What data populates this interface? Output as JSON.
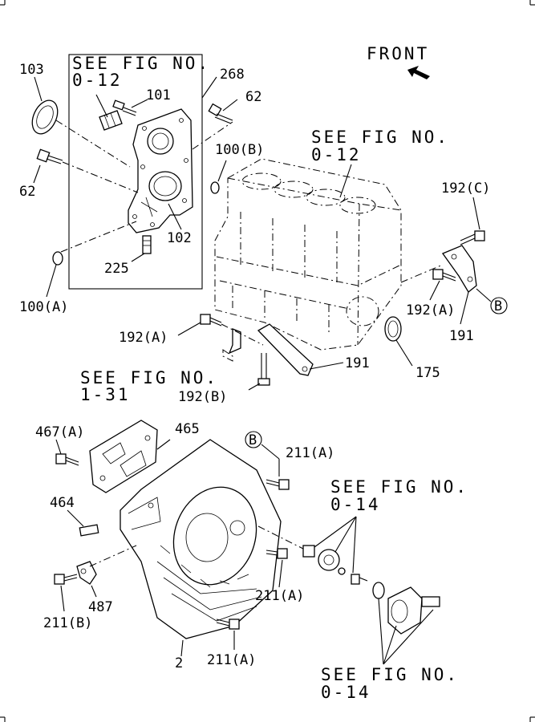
{
  "refs": {
    "fig_a": "SEE FIG NO.",
    "fig_a_num": "0-12",
    "fig_b": "SEE FIG NO.",
    "fig_b_num": "0-12",
    "fig_c": "SEE FIG NO.",
    "fig_c_num": "1-31",
    "fig_d": "SEE FIG NO.",
    "fig_d_num": "0-14",
    "fig_e": "SEE FIG NO.",
    "fig_e_num": "0-14"
  },
  "front_label": "FRONT",
  "callouts": {
    "c103": "103",
    "c101": "101",
    "c268": "268",
    "c62a": "62",
    "c62b": "62",
    "c100b": "100(B)",
    "c102": "102",
    "c225": "225",
    "c100a": "100(A)",
    "c192c": "192(C)",
    "c192a_right": "192(A)",
    "c191_right": "191",
    "c192a_left": "192(A)",
    "c191_mid": "191",
    "c175": "175",
    "c192b": "192(B)",
    "c467a": "467(A)",
    "c465": "465",
    "c211a_top": "211(A)",
    "c464": "464",
    "c487": "487",
    "c211b": "211(B)",
    "c211a_mid": "211(A)",
    "c2": "2",
    "c211a_bottom": "211(A)"
  },
  "circle_marks": {
    "b_right": "B",
    "b_housing": "B"
  }
}
